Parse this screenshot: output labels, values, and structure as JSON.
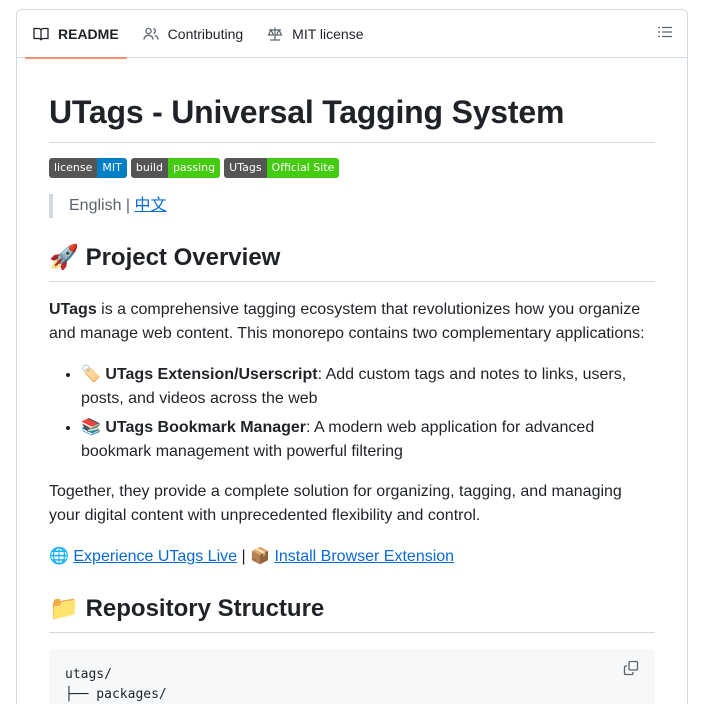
{
  "tabs": [
    {
      "label": "README",
      "icon": "book-icon",
      "active": true
    },
    {
      "label": "Contributing",
      "icon": "people-icon",
      "active": false
    },
    {
      "label": "MIT license",
      "icon": "law-icon",
      "active": false
    }
  ],
  "outline_button": {
    "icon": "list-unordered-icon"
  },
  "readme": {
    "title": "UTags - Universal Tagging System",
    "badges": [
      {
        "left": "license",
        "right": "MIT",
        "color": "#007ec6"
      },
      {
        "left": "build",
        "right": "passing",
        "color": "#4c1"
      },
      {
        "left": "UTags",
        "right": "Official Site",
        "color": "#4c1"
      }
    ],
    "language": {
      "current": "English",
      "separator": " | ",
      "alt_link": "中文"
    },
    "overview": {
      "heading_emoji": "🚀",
      "heading": "Project Overview",
      "intro_bold": "UTags",
      "intro_rest": " is a comprehensive tagging ecosystem that revolutionizes how you organize and manage web content. This monorepo contains two complementary applications:",
      "items": [
        {
          "emoji": "🏷️",
          "name": "UTags Extension/Userscript",
          "desc": ": Add custom tags and notes to links, users, posts, and videos across the web"
        },
        {
          "emoji": "📚",
          "name": "UTags Bookmark Manager",
          "desc": ": A modern web application for advanced bookmark management with powerful filtering"
        }
      ],
      "together": "Together, they provide a complete solution for organizing, tagging, and managing your digital content with unprecedented flexibility and control.",
      "links": {
        "live_emoji": "🌐",
        "live_label": "Experience UTags Live",
        "separator": " | ",
        "install_emoji": "📦",
        "install_label": "Install Browser Extension"
      }
    },
    "structure": {
      "heading_emoji": "📁",
      "heading": "Repository Structure",
      "code_lines": [
        "utags/",
        "├── packages/"
      ]
    }
  }
}
